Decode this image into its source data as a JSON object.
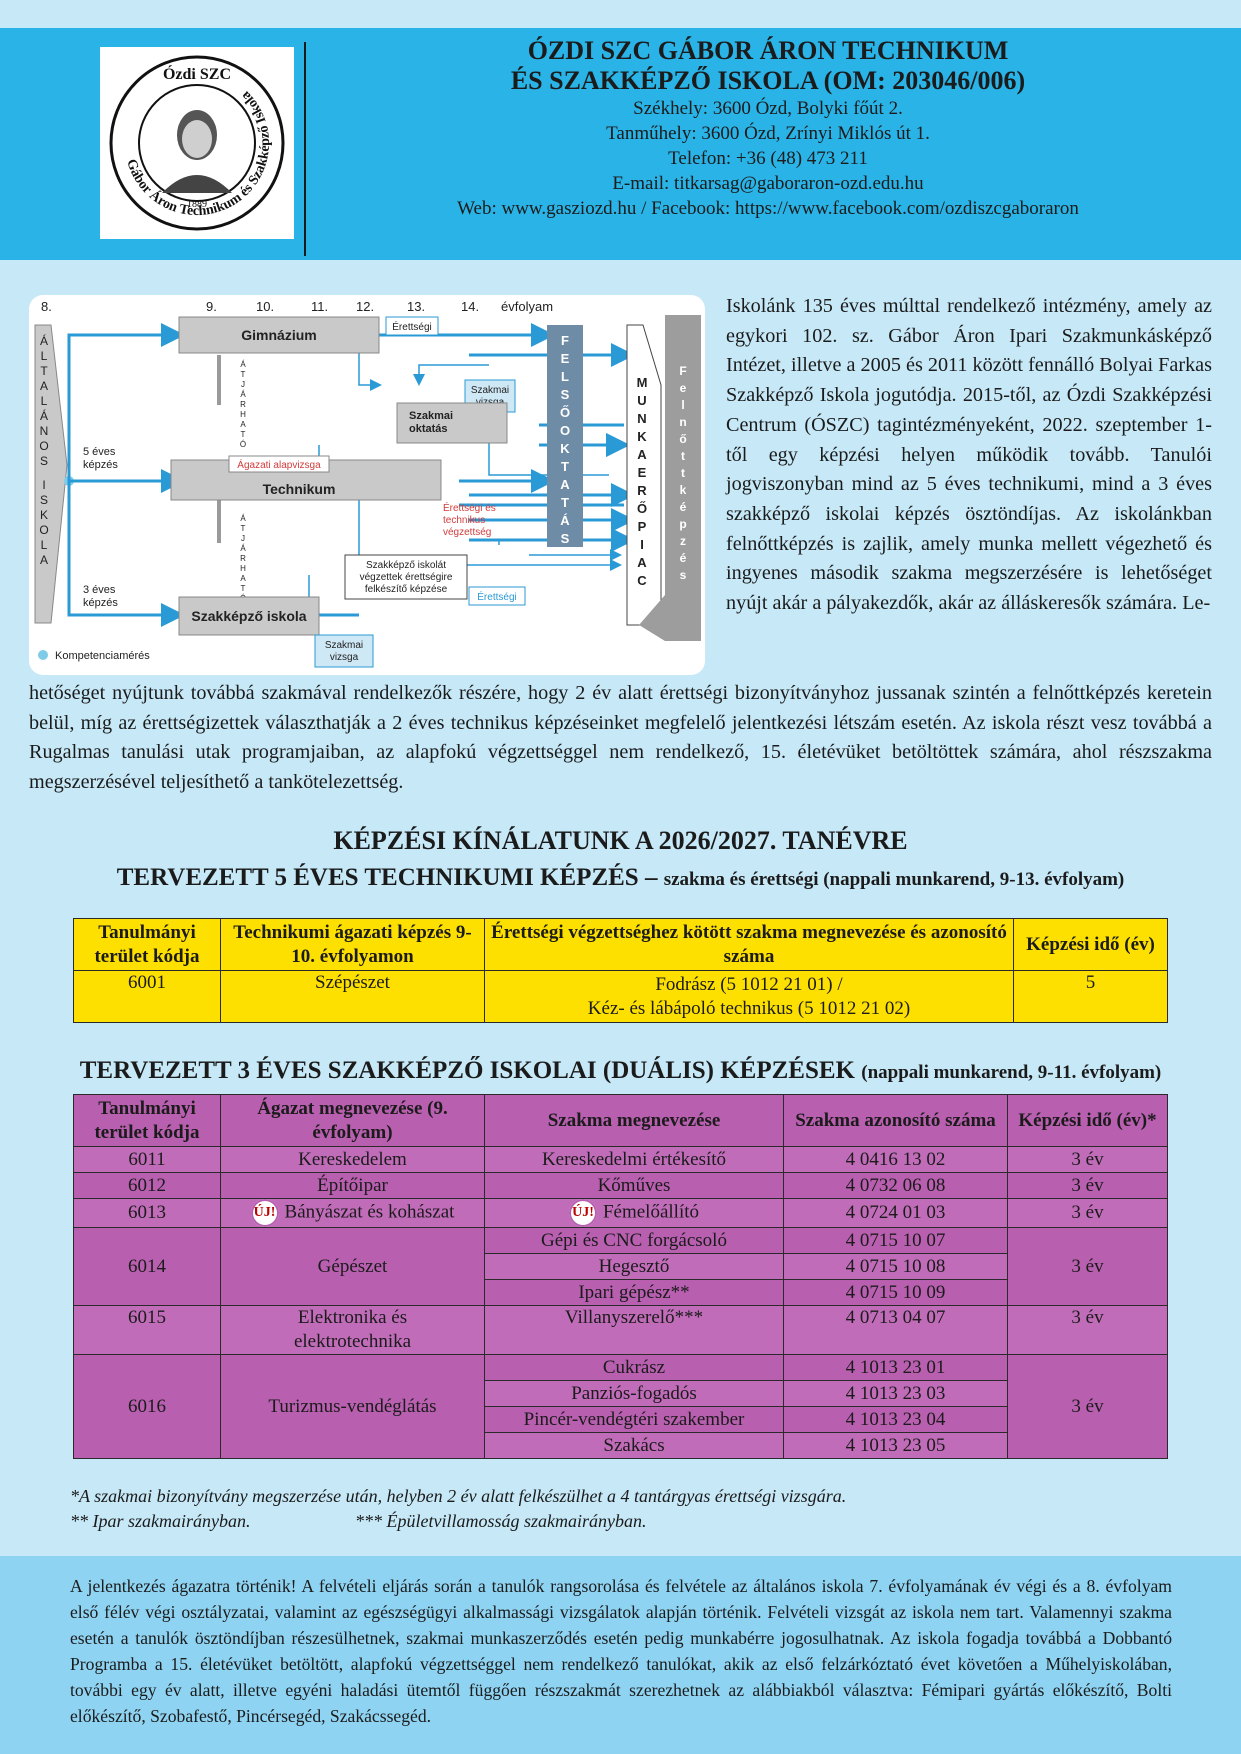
{
  "header": {
    "logo_text_top": "Ózdi SZC",
    "logo_text_ring": "Gábor Áron Technikum és Szakképző Iskola",
    "logo_year": "1889",
    "title_line1": "ÓZDI SZC GÁBOR ÁRON TECHNIKUM",
    "title_line2": "ÉS SZAKKÉPZŐ ISKOLA (OM: 203046/006)",
    "address": "Székhely: 3600 Ózd, Bolyki főút 2.",
    "workshop": "Tanműhely: 3600 Ózd, Zrínyi Miklós út 1.",
    "phone": "Telefon: +36 (48) 473 211",
    "email": "E-mail: titkarsag@gaboraron-ozd.edu.hu",
    "web": "Web: www.gasziozd.hu / Facebook: https://www.facebook.com/ozdiszcgaboraron"
  },
  "diagram": {
    "grades": [
      "8.",
      "9.",
      "10.",
      "11.",
      "12.",
      "13.",
      "14.",
      "évfolyam"
    ],
    "altalanos": "ÁLTALÁNOS ISKOLA",
    "gimnazium": "Gimnázium",
    "erettsegi": "Érettségi",
    "erettsegi2": "Érettségi",
    "atjarhato": "ÁTJÁRHATÓ",
    "szakmai_vizsga": [
      "Szakmai",
      "vizsga"
    ],
    "szakmai_vizsga2": [
      "Szakmai",
      "vizsga"
    ],
    "szakmai_oktatas": [
      "Szakmai",
      "oktatás"
    ],
    "agazati": "Ágazati alapvizsga",
    "technikum": "Technikum",
    "five_year": [
      "5 éves",
      "képzés"
    ],
    "three_year": [
      "3 éves",
      "képzés"
    ],
    "erettsegi_technikus": [
      "Érettségi és",
      "technikus",
      "végzettség"
    ],
    "szakkepzo_felkeszito": [
      "Szakképző iskolát",
      "végzettek érettségire",
      "felkészítő képzése"
    ],
    "szakkepzo": "Szakképző iskola",
    "felsooktatas": "FELSŐOKTATÁS",
    "munkaeropiac": "MUNKAERŐPIAC",
    "felnottkepzes": "Felnőttképzés",
    "kompetencia": "Kompetenciamérés"
  },
  "intro": {
    "right": "Iskolánk 135 éves múlttal rendelkező intézmény, amely az egykori 102. sz. Gábor Áron Ipari Szakmunkásképző Intézet, illetve a 2005 és 2011 között fennálló Bolyai Farkas Szakképző Iskola jogutódja. 2015-től, az Ózdi Szakképzési Centrum (ÓSZC) tagintézményeként, 2022. szeptember 1-től egy képzési helyen működik tovább. Tanulói jogviszonyban mind az 5 éves technikumi, mind a 3 éves szakképző iskolai képzés ösztöndíjas. Az iskolánkban felnőttképzés is zajlik, amely munka mellett végezhető és ingyenes második szakma megszerzésére is lehetőséget nyújt akár a pályakezdők, akár az álláskeresők számára. Le-",
    "full": "hetőséget nyújtunk továbbá szakmával rendelkezők részére, hogy 2 év alatt érettségi bizonyítványhoz jussanak szintén a felnőttképzés keretein belül, míg az érettségizettek választhatják a 2 éves technikus képzéseinket megfelelő jelentkezési létszám esetén. Az iskola részt vesz továbbá a Rugalmas tanulási utak programjaiban, az alapfokú végzettséggel nem rendelkező, 15. életévüket betöltöttek számára, ahol részszakma megszerzésével teljesíthető a tankötelezettség."
  },
  "offer_title": "KÉPZÉSI KÍNÁLATUNK A 2026/2027. TANÉVRE",
  "tech": {
    "title": "TERVEZETT 5 ÉVES TECHNIKUMI KÉPZÉS –",
    "subtitle": "szakma és érettségi (nappali munkarend, 9-13. évfolyam)",
    "headers": [
      "Tanulmányi terület kódja",
      "Technikumi ágazati képzés 9-10. évfolyamon",
      "Érettségi végzettséghez kötött szakma megnevezése és azonosító száma",
      "Képzési idő (év)"
    ],
    "row": {
      "code": "6001",
      "sector": "Szépészet",
      "prof1": "Fodrász (5 1012 21 01) /",
      "prof2": "Kéz- és lábápoló technikus (5 1012 21 02)",
      "years": "5"
    }
  },
  "dual": {
    "title": "TERVEZETT 3 ÉVES SZAKKÉPZŐ ISKOLAI (DUÁLIS) KÉPZÉSEK",
    "subtitle": "(nappali munkarend, 9-11. évfolyam)",
    "headers": [
      "Tanulmányi terület kódja",
      "Ágazat megnevezése (9. évfolyam)",
      "Szakma megnevezése",
      "Szakma azonosító száma",
      "Képzési idő (év)*"
    ],
    "new_badge": "ÚJ!",
    "rows": [
      {
        "code": "6011",
        "sector": "Kereskedelem",
        "prof": "Kereskedelmi értékesítő",
        "id": "4 0416 13 02",
        "years": "3 év"
      },
      {
        "code": "6012",
        "sector": "Építőipar",
        "prof": "Kőműves",
        "id": "4 0732 06 08",
        "years": "3 év"
      },
      {
        "code": "6013",
        "sector": "Bányászat és kohászat",
        "prof": "Fémelőállító",
        "id": "4 0724 01 03",
        "years": "3 év"
      },
      {
        "code": "6014",
        "sector": "Gépészet",
        "prof": "Gépi és CNC forgácsoló",
        "id": "4 0715 10 07",
        "years": "3 év"
      },
      {
        "prof": "Hegesztő",
        "id": "4 0715 10 08"
      },
      {
        "prof": "Ipari gépész**",
        "id": "4 0715 10 09"
      },
      {
        "code": "6015",
        "sector1": "Elektronika és",
        "sector2": "elektrotechnika",
        "prof": "Villanyszerelő***",
        "id": "4 0713 04 07",
        "years": "3 év"
      },
      {
        "code": "6016",
        "sector": "Turizmus-vendéglátás",
        "prof": "Cukrász",
        "id": "4 1013 23 01",
        "years": "3 év"
      },
      {
        "prof": "Panziós-fogadós",
        "id": "4 1013 23 03"
      },
      {
        "prof": "Pincér-vendégtéri szakember",
        "id": "4 1013 23 04"
      },
      {
        "prof": "Szakács",
        "id": "4 1013 23 05"
      }
    ]
  },
  "notes": {
    "n1": "*A szakmai bizonyítvány megszerzése után, helyben 2 év alatt felkészülhet a 4 tantárgyas érettségi vizsgára.",
    "n2": "** Ipar szakmairányban.",
    "n3": "*** Épületvillamosság szakmairányban."
  },
  "footer": "A jelentkezés ágazatra történik! A felvételi eljárás során a tanulók rangsorolása és felvétele az általános iskola 7. évfolyamának év végi és a 8. évfolyam első félév végi osztályzatai, valamint az egészségügyi alkalmassági vizsgálatok alapján történik. Felvételi vizsgát az iskola nem tart. Valamennyi szakma esetén a tanulók ösztöndíjban részesülhetnek, szakmai munkaszerződés esetén pedig munkabérre jogosulhatnak. Az iskola fogadja továbbá a Dobbantó Programba a 15. életévüket betöltött, alapfokú végzettséggel nem rendelkező tanulókat, akik az első felzárkóztató évet követően a Műhelyiskolában, további egy év alatt, illetve egyéni haladási ütemtől függően részszakmát szerezhetnek az alábbiakból választva: Fémipari gyártás előkészítő, Bolti előkészítő, Szobafestő, Pincérsegéd, Szakácssegéd."
}
